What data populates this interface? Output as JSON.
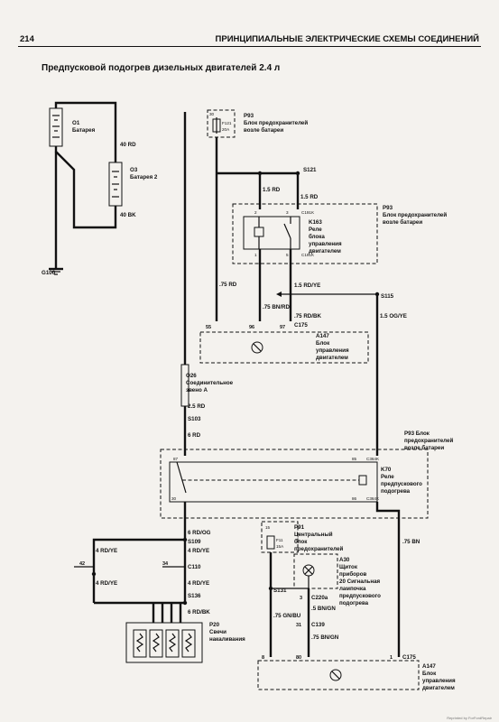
{
  "header": {
    "page_number": "214",
    "section_title": "ПРИНЦИПИАЛЬНЫЕ ЭЛЕКТРИЧЕСКИЕ СХЕМЫ СОЕДИНЕНИЙ"
  },
  "figure_title": "Предпусковой подогрев дизельных двигателей 2.4 л",
  "components": {
    "o1": [
      "O1",
      "Батарея"
    ],
    "o3": [
      "O3",
      "Батарея 2"
    ],
    "p93_top": [
      "P93",
      "Блок предохранителей",
      "возле батареи"
    ],
    "f121": [
      "F121",
      "20A"
    ],
    "p93_mid": [
      "P93",
      "Блок предохранителей",
      "возле батареи"
    ],
    "k163": [
      "K163",
      "Реле",
      "блока",
      "управления",
      "двигателем"
    ],
    "a147_top": [
      "A147",
      "Блок",
      "управления",
      "двигателем"
    ],
    "o26": [
      "O26",
      "Соединительное",
      "звено A"
    ],
    "p93_lower": [
      "P93 Блок",
      "предохранителей",
      "возле батареи"
    ],
    "k70": [
      "K70",
      "Реле",
      "предпускового",
      "подогрева"
    ],
    "p91": [
      "P91",
      "Центральный",
      "блок",
      "предохранителей"
    ],
    "f11": [
      "F11",
      "15A"
    ],
    "a30": [
      "A30",
      "Щиток",
      "приборов",
      "20 Сигнальная",
      "лампочка",
      "предпускового",
      "подогрева"
    ],
    "p20": [
      "P20",
      "Свечи",
      "накаливания"
    ],
    "a147_bottom": [
      "A147",
      "Блок",
      "управления",
      "двигателем"
    ]
  },
  "wires": {
    "w40rd": "40 RD",
    "w40bk": "40 BK",
    "w15rd_left": "1.5 RD",
    "w15rd_right": "1.5 RD",
    "w75rd": ".75 RD",
    "w15rdye": "1.5 RD/YE",
    "w75bnrd": ".75 BN/RD",
    "w75rdbk": ".75 RD/BK",
    "w15ogye": "1.5 OG/YE",
    "w25rd": "2.5 RD",
    "w6rd": "6 RD",
    "w6rdog": "6 RD/OG",
    "w4rdye_1": "4 RD/YE",
    "w4rdye_2": "4 RD/YE",
    "w4rdye_3": "4 RD/YE",
    "w4rdye_4": "4 RD/YE",
    "w6rdbk": "6 RD/BK",
    "w75bn": ".75 BN",
    "w75gnbu": ".75 GN/BU",
    "w5bngn": ".5 BN/GN",
    "w75bngn": ".75 BN/GN"
  },
  "nodes": {
    "g100": "G100",
    "s121": "S121",
    "s115": "S115",
    "c175_top": "C175",
    "s103": "S103",
    "s109": "S109",
    "c110": "C110",
    "s136": "S136",
    "s131": "S131",
    "c220a": "C220a",
    "c139": "C139",
    "c175_bottom": "C175",
    "c191k": "C191K",
    "c191k_b": "C191K",
    "c364k": "C364K",
    "c364k_b": "C364K"
  },
  "pins": {
    "f121_30": "30",
    "k163_2": "2",
    "k163_3": "3",
    "k163_1": "1",
    "k163_5": "5",
    "a147_55": "55",
    "a147_96": "96",
    "a147_97": "97",
    "k70_87": "87",
    "k70_85": "85",
    "k70_30": "30",
    "k70_86": "86",
    "f11_15": "15",
    "c110_42": "42",
    "c110_34": "34",
    "c220a_3": "3",
    "c139_31": "31",
    "a147b_8": "8",
    "a147b_80": "80",
    "a147b_1": "1"
  },
  "footer": "Reprinted by ForFordRepair"
}
